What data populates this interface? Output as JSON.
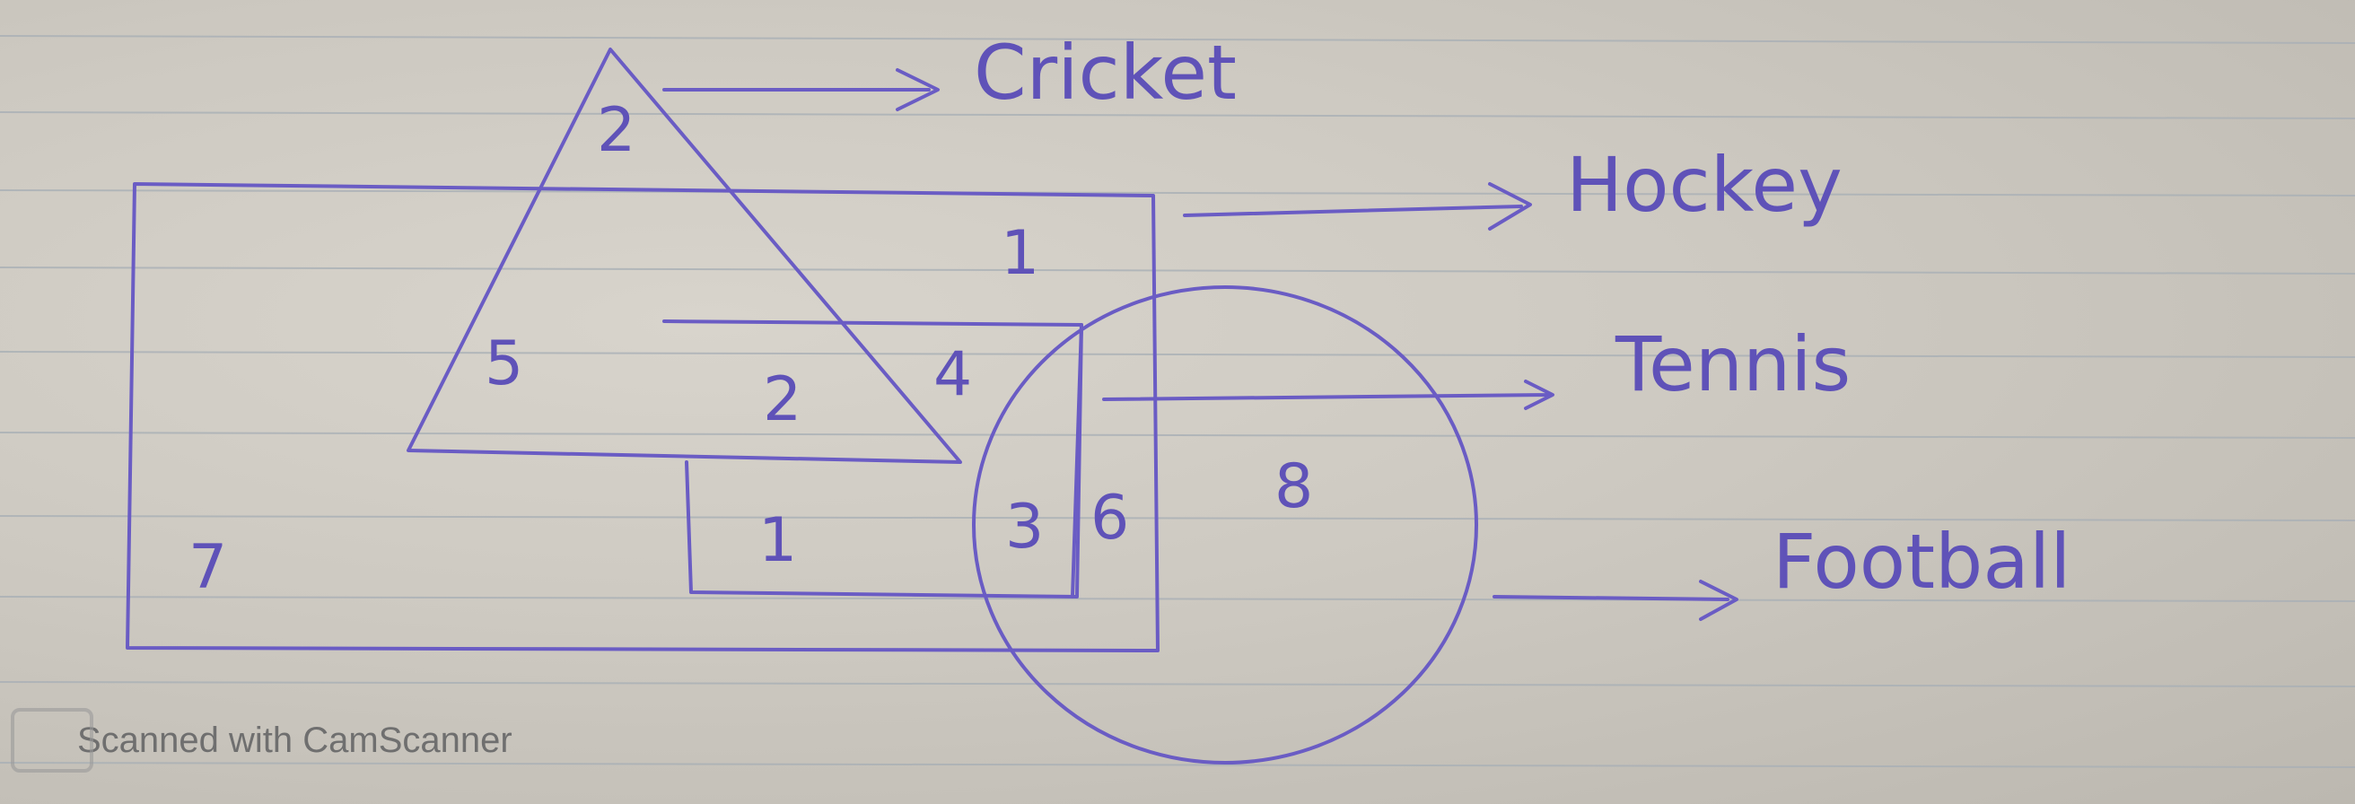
{
  "labels": {
    "cricket": "Cricket",
    "hockey": "Hockey",
    "tennis": "Tennis",
    "football": "Football"
  },
  "regions": {
    "cricket_only": "2",
    "cricket_hockey": "5",
    "cricket_hockey_tennis": "2",
    "hockey_only": "1",
    "hockey_tennis_cricket_right": "4",
    "hockey_tennis": "1",
    "tennis_hockey_football": "3",
    "tennis_football": "6",
    "football_only": "8",
    "outside": "7"
  },
  "watermark": {
    "text": "Scanned with CamScanner",
    "icon": "camscanner-logo"
  },
  "colors": {
    "ink": "#6a5cc4",
    "paper": "#cdc9c1"
  }
}
